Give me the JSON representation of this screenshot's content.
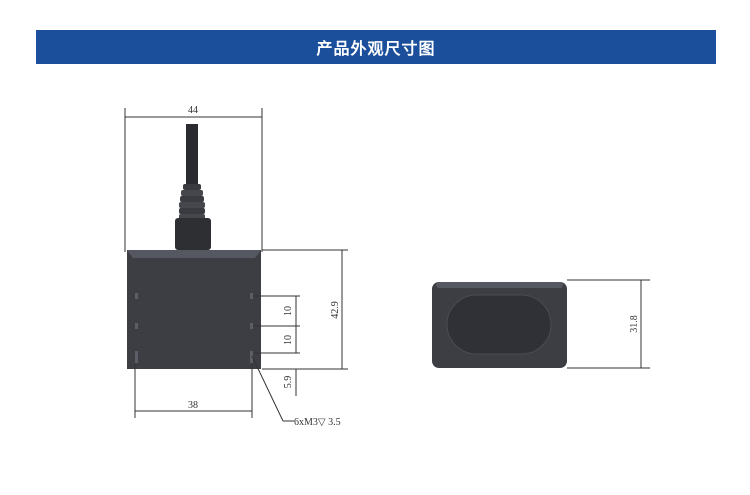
{
  "title": "产品外观尺寸图",
  "colors": {
    "banner": "#1b4f9c",
    "body": "#3c3e44",
    "edge": "#555860"
  },
  "dimensions": {
    "top_width": "44",
    "bottom_width": "38",
    "body_height": "42.9",
    "hole_spacing_1": "10",
    "hole_spacing_2": "10",
    "hole_offset": "5.9",
    "hole_note": "6xM3▽ 3.5",
    "side_height": "31.8"
  }
}
